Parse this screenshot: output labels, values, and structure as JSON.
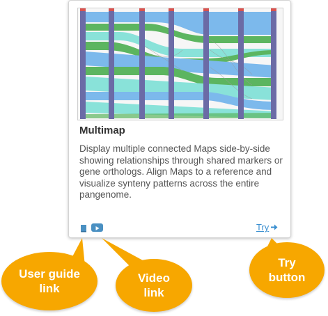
{
  "card": {
    "title": "Multimap",
    "description": "Display multiple connected Maps side-by-side showing relationships through shared markers or gene orthologs. Align Maps to a reference and visualize synteny patterns across the entire pangenome.",
    "try_label": "Try",
    "icons": {
      "user_guide": "book-icon",
      "video": "play-video-icon",
      "try_arrow": "arrow-right-icon"
    }
  },
  "callouts": {
    "user_guide": "User guide\nlink",
    "video": "Video\nlink",
    "try": "Try\nbutton"
  },
  "colors": {
    "accent_orange": "#f7a700",
    "link_blue": "#3a8fd0",
    "title_text": "#333333",
    "body_text": "#555555",
    "band_blue": "#6fb3ec",
    "band_green": "#4caf50",
    "band_teal": "#7ee0d6"
  }
}
